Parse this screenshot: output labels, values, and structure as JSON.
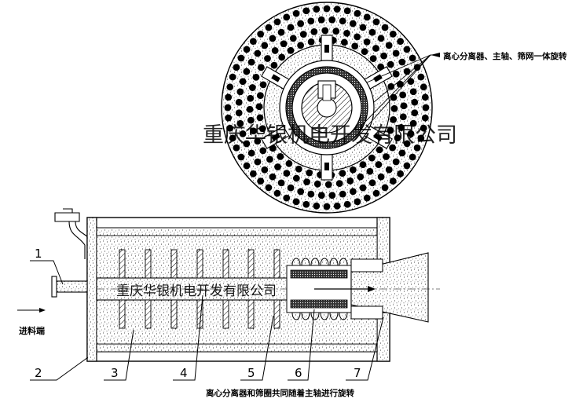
{
  "top_view": {
    "annotation": "离心分离器、主轴、筛网一体旋转",
    "watermark": "重庆华银机电开发有限公司"
  },
  "side_view": {
    "watermark": "重庆华银机电开发有限公司",
    "inlet_label": "进料端",
    "bottom_caption": "离心分离器和筛圈共同随着主轴进行旋转",
    "part_numbers": [
      "1",
      "2",
      "3",
      "4",
      "5",
      "6",
      "7"
    ]
  }
}
